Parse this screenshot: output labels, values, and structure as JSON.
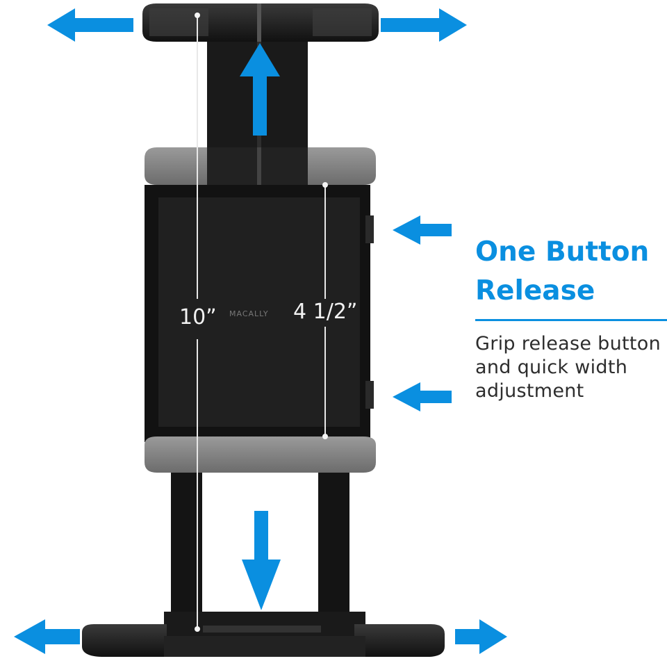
{
  "callout": {
    "headline_line1": "One Button",
    "headline_line2": "Release",
    "description_line1": "Grip release button",
    "description_line2": "and quick width",
    "description_line3": "adjustment"
  },
  "dimensions": {
    "height_label": "10”",
    "width_label": "4 1/2”"
  },
  "brand": "MACALLY",
  "colors": {
    "accent_blue": "#0a8fe0",
    "holder_black": "#151515",
    "grip_gray": "#7b7b7b"
  },
  "icons": [
    "arrow-left-icon",
    "arrow-right-icon",
    "arrow-up-icon",
    "arrow-down-icon"
  ]
}
